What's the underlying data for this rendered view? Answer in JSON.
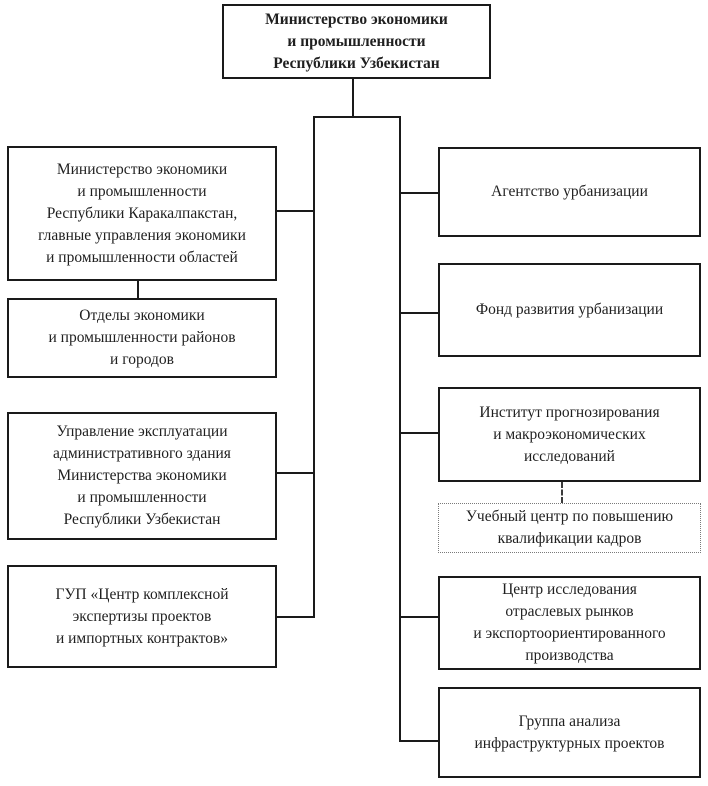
{
  "diagram": {
    "title_box": {
      "label": "Министерство экономики\nи промышленности\nРеспублики Узбекистан"
    },
    "left_column": {
      "boxes": [
        {
          "label": "Министерство экономики\nи промышленности\nРеспублики Каракалпакстан,\nглавные управления экономики\nи промышленности областей"
        },
        {
          "label": "Отделы экономики\nи промышленности районов\nи городов"
        },
        {
          "label": "Управление эксплуатации\nадминистративного здания\nМинистерства экономики\nи промышленности\nРеспублики Узбекистан"
        },
        {
          "label": "ГУП «Центр комплексной\nэкспертизы проектов\nи импортных контрактов»"
        }
      ]
    },
    "right_column": {
      "boxes": [
        {
          "label": "Агентство урбанизации"
        },
        {
          "label": "Фонд развития урбанизации"
        },
        {
          "label": "Институт прогнозирования\nи макроэкономических\nисследований"
        },
        {
          "label": "Учебный центр по повышению\nквалификации кадров",
          "border_style": "dotted"
        },
        {
          "label": "Центр исследования\nотраслевых рынков\nи экспортоориентированного\nпроизводства"
        },
        {
          "label": "Группа анализа\nинфраструктурных проектов"
        }
      ]
    },
    "colors": {
      "line": "#1a1a1a",
      "text": "#1f1f1f",
      "background": "#ffffff",
      "dotted_border": "#7a7a7a"
    }
  }
}
